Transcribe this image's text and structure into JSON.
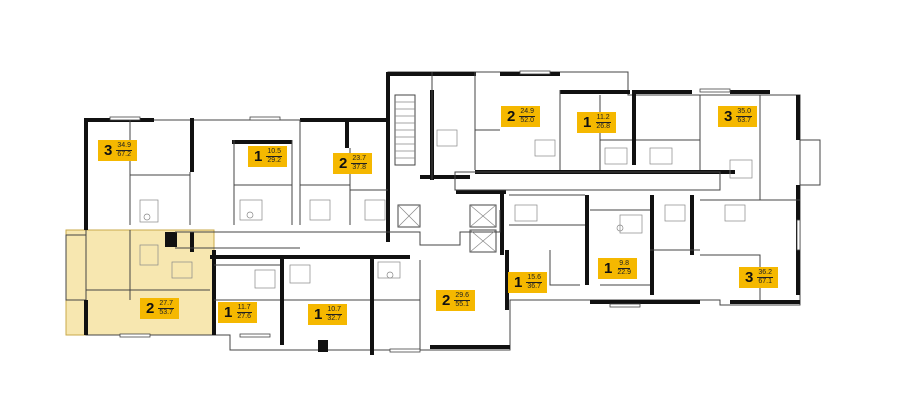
{
  "colors": {
    "badge": "#f5b800",
    "highlight": "#f7e7b0",
    "wall": "#111111"
  },
  "apartments": [
    {
      "id": "apt-1",
      "rooms": "3",
      "living": "34.9",
      "total": "67.2"
    },
    {
      "id": "apt-2",
      "rooms": "1",
      "living": "10.5",
      "total": "29.2"
    },
    {
      "id": "apt-3",
      "rooms": "2",
      "living": "23.7",
      "total": "37.8"
    },
    {
      "id": "apt-4",
      "rooms": "2",
      "living": "24.9",
      "total": "52.0"
    },
    {
      "id": "apt-5",
      "rooms": "1",
      "living": "11.2",
      "total": "26.8"
    },
    {
      "id": "apt-6",
      "rooms": "3",
      "living": "35.0",
      "total": "63.7"
    },
    {
      "id": "apt-7",
      "rooms": "2",
      "living": "27.7",
      "total": "53.7",
      "selected": true
    },
    {
      "id": "apt-8",
      "rooms": "1",
      "living": "11.7",
      "total": "27.6"
    },
    {
      "id": "apt-9",
      "rooms": "1",
      "living": "10.7",
      "total": "32.7"
    },
    {
      "id": "apt-10",
      "rooms": "2",
      "living": "29.6",
      "total": "55.1"
    },
    {
      "id": "apt-11",
      "rooms": "1",
      "living": "15.6",
      "total": "36.7"
    },
    {
      "id": "apt-12",
      "rooms": "1",
      "living": "9.8",
      "total": "22.9"
    },
    {
      "id": "apt-13",
      "rooms": "3",
      "living": "36.2",
      "total": "67.1"
    }
  ]
}
